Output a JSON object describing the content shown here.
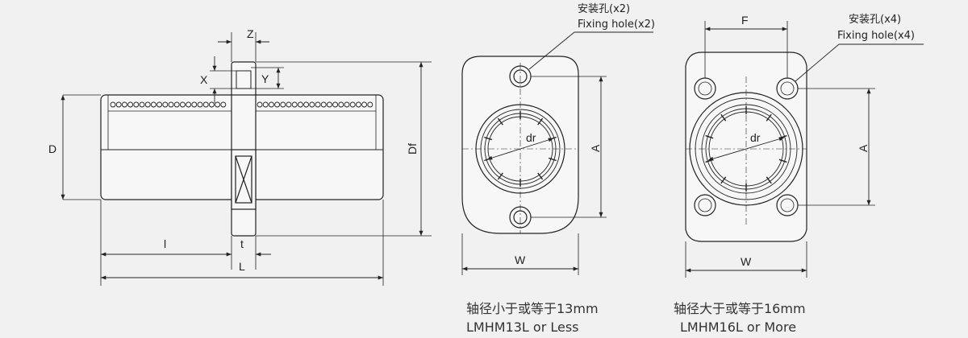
{
  "side_view": {
    "dim_z": "Z",
    "dim_x": "X",
    "dim_y": "Y",
    "dim_d": "D",
    "dim_df": "Df",
    "dim_l_small": "l",
    "dim_t": "t",
    "dim_L": "L"
  },
  "front_small": {
    "note_cn": "安装孔(x2)",
    "note_en": "Fixing hole(x2)",
    "dim_dr": "dr",
    "dim_a": "A",
    "dim_w": "W",
    "caption_cn": "轴径小于或等于13mm",
    "caption_en": "LMHM13L or Less"
  },
  "front_large": {
    "note_cn": "安装孔(x4)",
    "note_en": "Fixing hole(x4)",
    "dim_f": "F",
    "dim_dr": "dr",
    "dim_a": "A",
    "dim_w": "W",
    "caption_cn": "轴径大于或等于16mm",
    "caption_en": "LMHM16L or More"
  }
}
